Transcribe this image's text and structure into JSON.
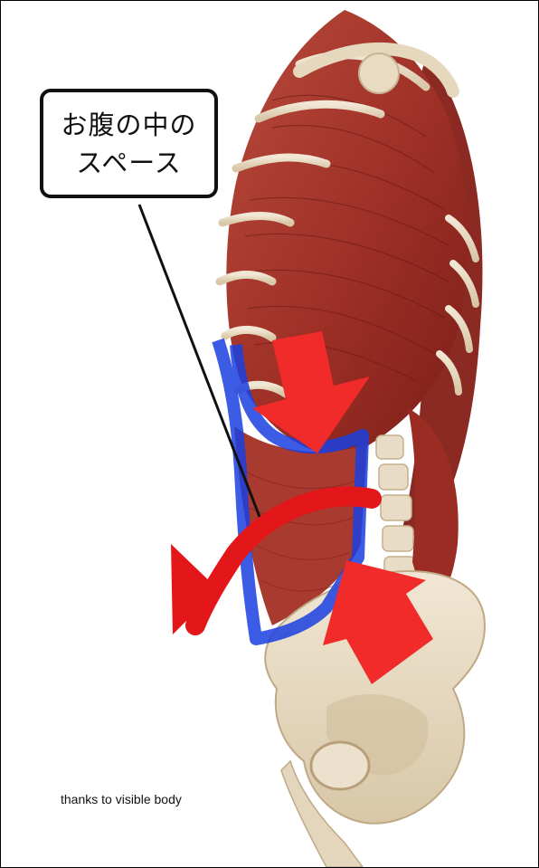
{
  "callout": {
    "line1": "お腹の中の",
    "line2": "スペース"
  },
  "credit": "thanks to visible body",
  "colors": {
    "muscle": "#a8332b",
    "muscle_dark": "#7e2019",
    "bone": "#e9dcc6",
    "bone_shadow": "#c9b79a",
    "arrow_red": "#f12a2a",
    "highlight_blue": "#1a3fe0"
  },
  "icons": {
    "down_arrow": "arrow-down-icon",
    "up_left_arrow": "arrow-up-left-icon",
    "curved_arrow": "curved-arrow-icon"
  }
}
